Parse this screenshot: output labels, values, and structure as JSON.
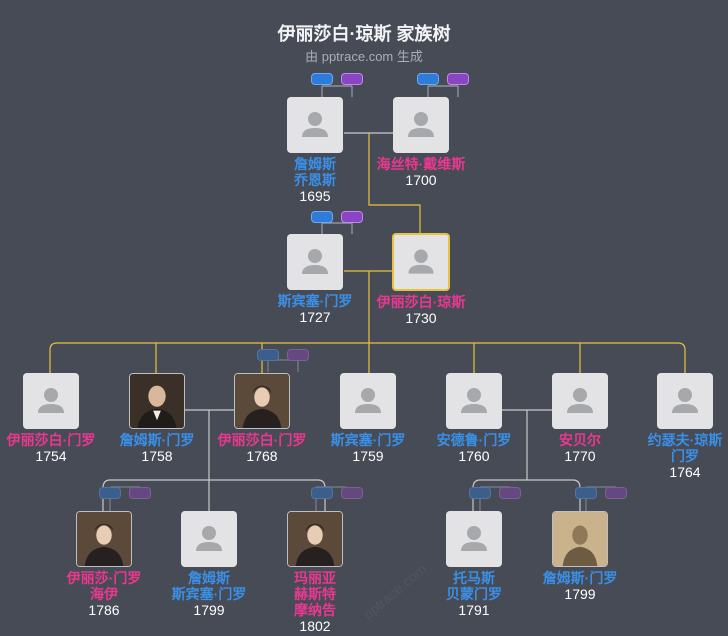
{
  "title": "伊丽莎白·琼斯 家族树",
  "subtitle": "由 pptrace.com 生成",
  "watermark": "pptrace.com",
  "colors": {
    "background": "#474b55",
    "male": "#3a8fe6",
    "female": "#e8388f",
    "focus_line": "#e6c23f",
    "line": "#c9c9c9"
  },
  "people": {
    "james_jones": {
      "name1": "詹姆斯",
      "name2": "乔恩斯",
      "year": "1695",
      "gender": "male",
      "photo": false
    },
    "hester_davis": {
      "name1": "海丝特·戴维斯",
      "name2": "",
      "year": "1700",
      "gender": "female",
      "photo": false
    },
    "spence_monroe": {
      "name1": "斯宾塞·门罗",
      "name2": "",
      "year": "1727",
      "gender": "male",
      "photo": false
    },
    "elizabeth_jones": {
      "name1": "伊丽莎白·琼斯",
      "name2": "",
      "year": "1730",
      "gender": "female",
      "photo": false,
      "focus": true
    },
    "elizabeth_monroe": {
      "name1": "伊丽莎白·门罗",
      "name2": "",
      "year": "1754",
      "gender": "female",
      "photo": false
    },
    "james_monroe": {
      "name1": "詹姆斯·门罗",
      "name2": "",
      "year": "1758",
      "gender": "male",
      "photo": true
    },
    "elizabeth_monroe2": {
      "name1": "伊丽莎白·门罗",
      "name2": "",
      "year": "1768",
      "gender": "female",
      "photo": true
    },
    "spence_monroe2": {
      "name1": "斯宾塞·门罗",
      "name2": "",
      "year": "1759",
      "gender": "male",
      "photo": false
    },
    "andrew_monroe": {
      "name1": "安德鲁·门罗",
      "name2": "",
      "year": "1760",
      "gender": "male",
      "photo": false
    },
    "anne_bell": {
      "name1": "安贝尔",
      "name2": "",
      "year": "1770",
      "gender": "female",
      "photo": false
    },
    "joseph_monroe": {
      "name1": "约瑟夫·琼斯",
      "name2": "门罗",
      "year": "1764",
      "gender": "male",
      "photo": false
    },
    "eliza_hay": {
      "name1": "伊丽莎·门罗",
      "name2": "海伊",
      "year": "1786",
      "gender": "female",
      "photo": true
    },
    "james_spence": {
      "name1": "詹姆斯",
      "name2": "斯宾塞·门罗",
      "year": "1799",
      "gender": "male",
      "photo": false
    },
    "maria_hester": {
      "name1": "玛丽亚",
      "name2": "赫斯特",
      "name3": "摩纳告",
      "year": "1802",
      "gender": "female",
      "photo": true
    },
    "thomas_monroe": {
      "name1": "托马斯",
      "name2": "贝蒙门罗",
      "year": "1791",
      "gender": "male",
      "photo": false
    },
    "james_monroe2": {
      "name1": "詹姆斯·门罗",
      "name2": "",
      "year": "1799",
      "gender": "male",
      "photo": true
    }
  },
  "icons": {
    "placeholder": "person-silhouette-icon",
    "parent_link_male": "blue-pill-icon",
    "parent_link_female": "purple-pill-icon"
  }
}
